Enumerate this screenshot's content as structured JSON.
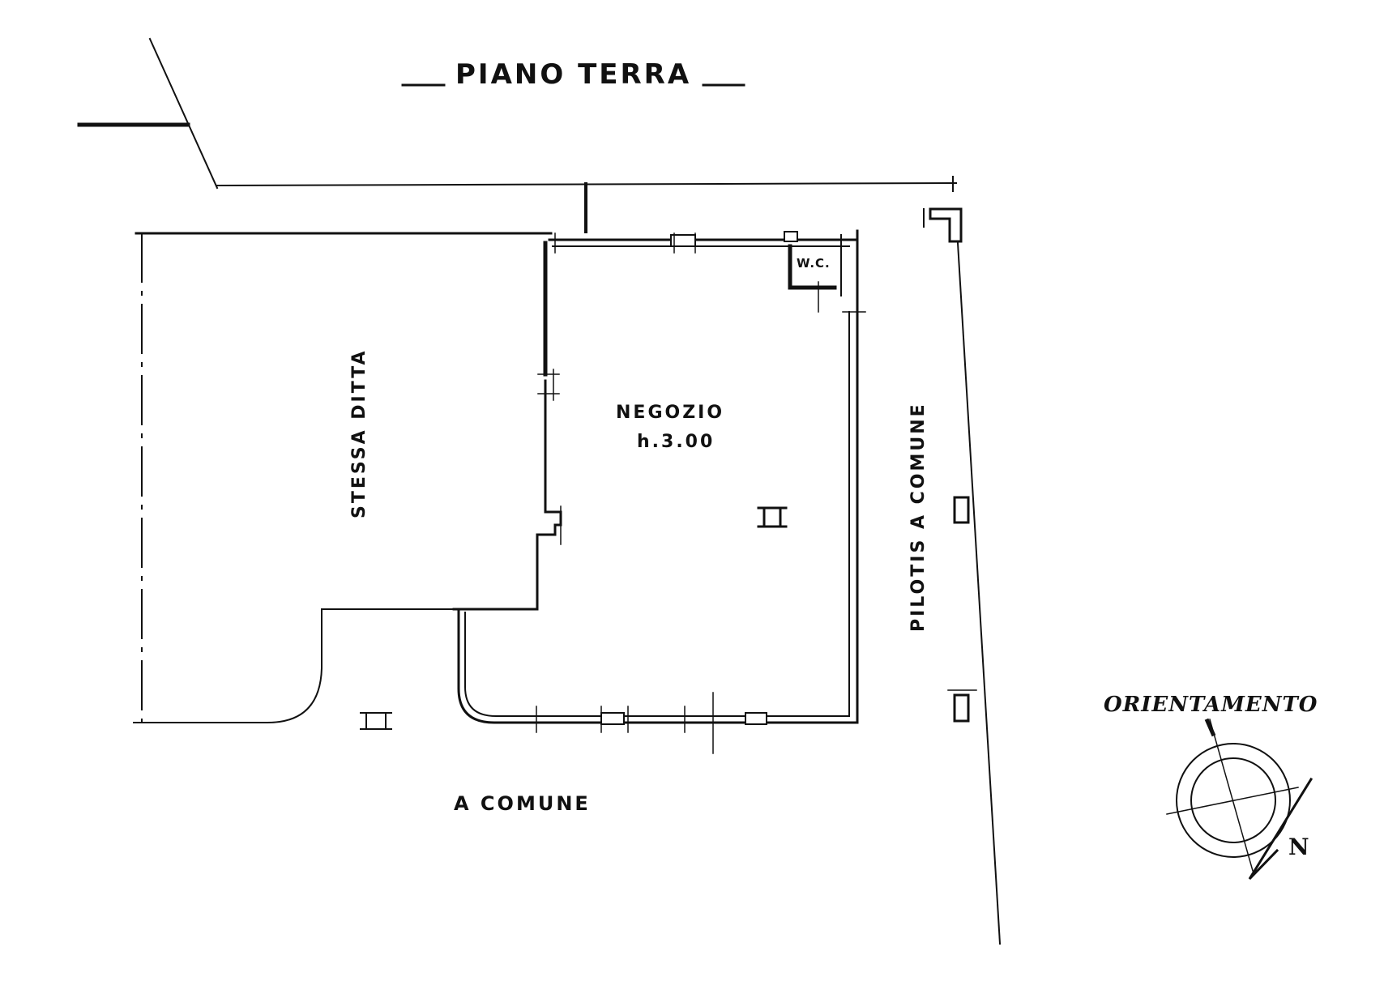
{
  "title": "PIANO TERRA",
  "rooms": {
    "shop_name": "NEGOZIO",
    "shop_height": "h.3.00",
    "wc": "W.C.",
    "neighbor": "STESSA DITTA",
    "bottom_common": "A COMUNE",
    "pilotis": "PILOTIS A COMUNE"
  },
  "compass": {
    "label": "ORIENTAMENTO",
    "north": "N"
  },
  "colors": {
    "ink": "#111111",
    "paper": "#ffffff"
  }
}
